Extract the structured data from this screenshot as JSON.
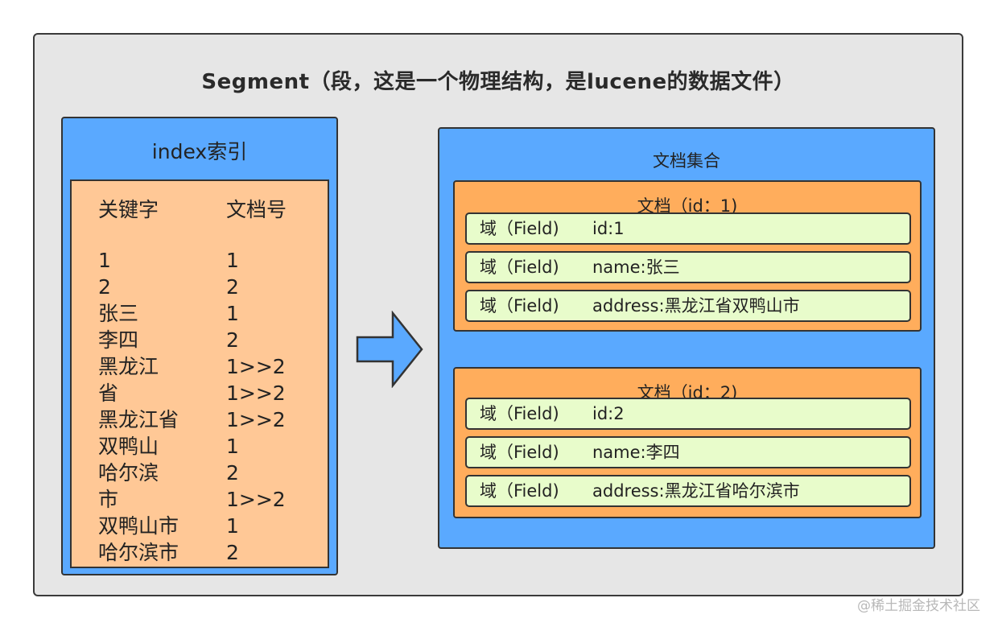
{
  "segment": {
    "title": "Segment（段，这是一个物理结构，是lucene的数据文件）"
  },
  "index": {
    "title": "index索引",
    "headers": [
      "关键字",
      "文档号"
    ],
    "rows": [
      [
        "1",
        "1"
      ],
      [
        "2",
        "2"
      ],
      [
        "张三",
        "1"
      ],
      [
        "李四",
        "2"
      ],
      [
        "黑龙江",
        "1>>2"
      ],
      [
        "省",
        "1>>2"
      ],
      [
        "黑龙江省",
        "1>>2"
      ],
      [
        "双鸭山",
        "1"
      ],
      [
        "哈尔滨",
        "2"
      ],
      [
        "市",
        "1>>2"
      ],
      [
        "双鸭山市",
        "1"
      ],
      [
        "哈尔滨市",
        "2"
      ]
    ]
  },
  "documents": {
    "title": "文档集合",
    "items": [
      {
        "title": "文档（id：1)",
        "fields": [
          {
            "label": "域（Field)",
            "value": "id:1"
          },
          {
            "label": "域（Field)",
            "value": "name:张三"
          },
          {
            "label": "域（Field)",
            "value": "address:黑龙江省双鸭山市"
          }
        ]
      },
      {
        "title": "文档（id：2)",
        "fields": [
          {
            "label": "域（Field)",
            "value": "id:2"
          },
          {
            "label": "域（Field)",
            "value": "name:李四"
          },
          {
            "label": "域（Field)",
            "value": "address:黑龙江省哈尔滨市"
          }
        ]
      }
    ]
  },
  "watermark": "@稀土掘金技术社区",
  "colors": {
    "segment_bg": "#e6e6e6",
    "blue_box": "#5aa9ff",
    "index_table": "#ffc896",
    "document": "#ffad5c",
    "field": "#e8fccb"
  }
}
